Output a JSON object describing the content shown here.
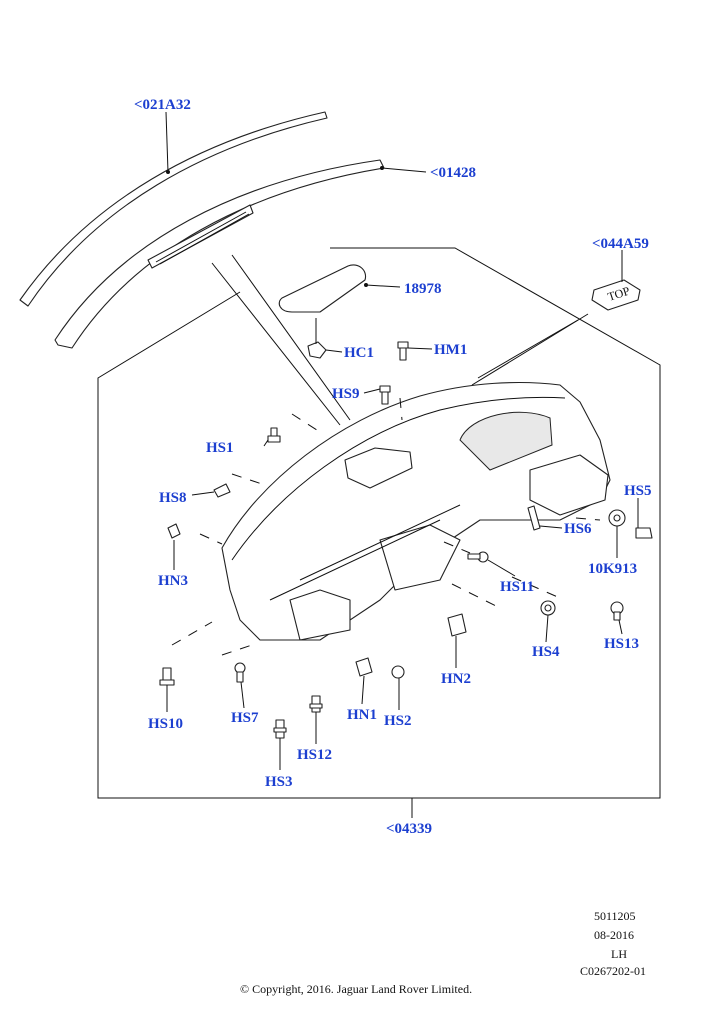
{
  "callouts": {
    "c021A32": "<021A32",
    "c01428": "<01428",
    "c044A59": "<044A59",
    "c18978": "18978",
    "hc1": "HC1",
    "hm1": "HM1",
    "hs9": "HS9",
    "hs1": "HS1",
    "hs8": "HS8",
    "hn3": "HN3",
    "hs5": "HS5",
    "hs6": "HS6",
    "c10k913": "10K913",
    "hs11": "HS11",
    "hs13": "HS13",
    "hs4": "HS4",
    "hn2": "HN2",
    "hs10": "HS10",
    "hs7": "HS7",
    "hn1": "HN1",
    "hs2": "HS2",
    "hs12": "HS12",
    "hs3": "HS3",
    "c04339": "<04339"
  },
  "part_labels": {
    "top_tag": "TOP"
  },
  "reference": {
    "line1": "5011205",
    "line2": "08-2016",
    "line3": "LH",
    "line4": "C0267202-01"
  },
  "copyright": "© Copyright, 2016. Jaguar Land Rover Limited."
}
